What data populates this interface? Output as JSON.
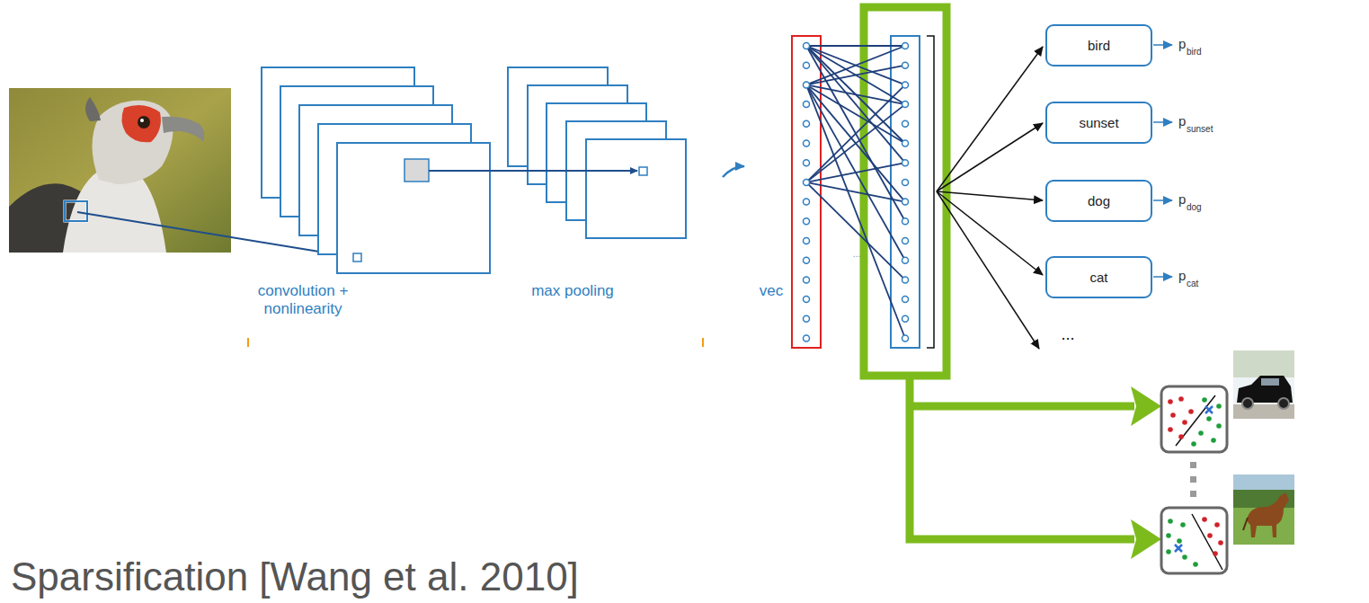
{
  "diagram": {
    "title": "Sparsification [Wang et al. 2010]",
    "nodes": [
      {
        "text": [
          "bird"
        ]
      },
      {
        "text": [
          "sunset"
        ]
      },
      {
        "text": [
          "dog"
        ]
      },
      {
        "text": [
          "cat"
        ]
      }
    ],
    "labels": [
      "convolution + nonlinearity",
      "max pooling",
      "vec",
      "...",
      "...",
      "p",
      "bird",
      "p",
      "sunset",
      "p",
      "dog",
      "p",
      "cat"
    ]
  }
}
